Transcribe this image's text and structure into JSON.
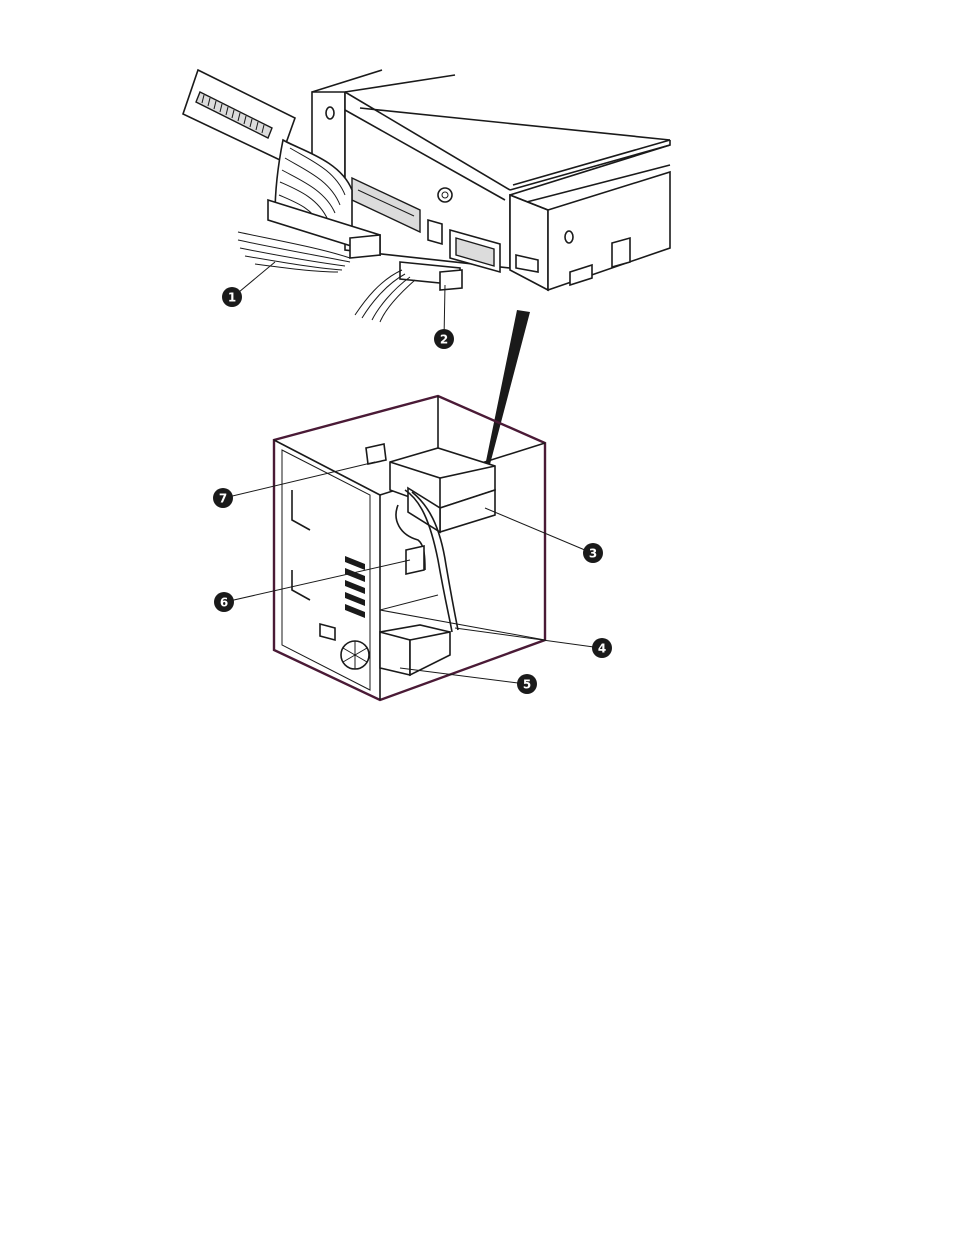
{
  "callouts": [
    {
      "id": "1",
      "label": "1"
    },
    {
      "id": "2",
      "label": "2"
    },
    {
      "id": "3",
      "label": "3"
    },
    {
      "id": "4",
      "label": "4"
    },
    {
      "id": "5",
      "label": "5"
    },
    {
      "id": "6",
      "label": "6"
    },
    {
      "id": "7",
      "label": "7"
    }
  ],
  "colors": {
    "case_outline": "#4a1a36",
    "callout_fill": "#1a1a1a",
    "pointer_line": "#1a5a8a"
  }
}
